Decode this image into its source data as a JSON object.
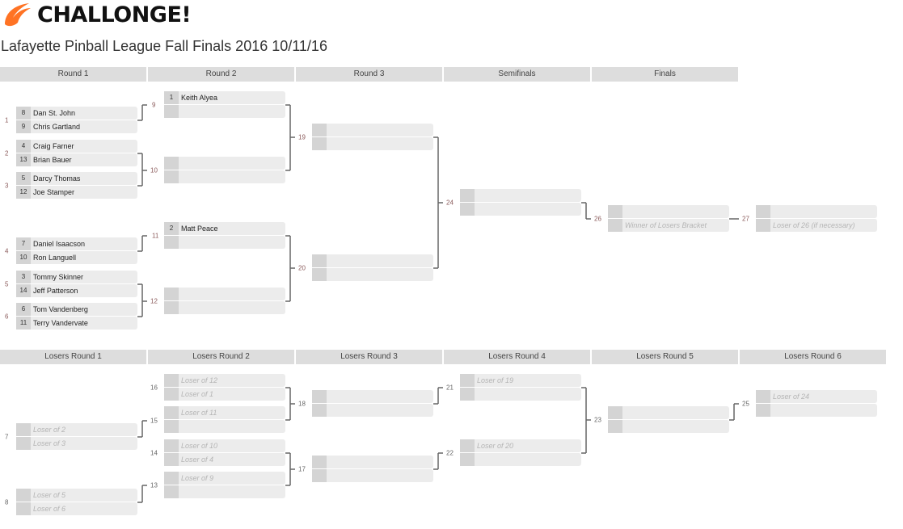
{
  "brand": {
    "name": "CHALLONGE!",
    "accent": "#ff7324"
  },
  "tournament_title": "Lafayette Pinball League Fall Finals 2016 10/11/16",
  "winners_headers": [
    "Round 1",
    "Round 2",
    "Round 3",
    "Semifinals",
    "Finals"
  ],
  "losers_headers": [
    "Losers Round 1",
    "Losers Round 2",
    "Losers Round 3",
    "Losers Round 4",
    "Losers Round 5",
    "Losers Round 6"
  ],
  "matches": [
    {
      "id": "1",
      "players": [
        {
          "seed": "8",
          "name": "Dan St. John"
        },
        {
          "seed": "9",
          "name": "Chris Gartland"
        }
      ]
    },
    {
      "id": "2",
      "players": [
        {
          "seed": "4",
          "name": "Craig Farner"
        },
        {
          "seed": "13",
          "name": "Brian Bauer"
        }
      ]
    },
    {
      "id": "3",
      "players": [
        {
          "seed": "5",
          "name": "Darcy Thomas"
        },
        {
          "seed": "12",
          "name": "Joe Stamper"
        }
      ]
    },
    {
      "id": "4",
      "players": [
        {
          "seed": "7",
          "name": "Daniel Isaacson"
        },
        {
          "seed": "10",
          "name": "Ron Languell"
        }
      ]
    },
    {
      "id": "5",
      "players": [
        {
          "seed": "3",
          "name": "Tommy Skinner"
        },
        {
          "seed": "14",
          "name": "Jeff Patterson"
        }
      ]
    },
    {
      "id": "6",
      "players": [
        {
          "seed": "6",
          "name": "Tom Vandenberg"
        },
        {
          "seed": "11",
          "name": "Terry Vandervate"
        }
      ]
    },
    {
      "id": "9",
      "players": [
        {
          "seed": "1",
          "name": "Keith Alyea"
        },
        {
          "seed": "",
          "name": ""
        }
      ]
    },
    {
      "id": "10",
      "players": [
        {
          "seed": "",
          "name": ""
        },
        {
          "seed": "",
          "name": ""
        }
      ]
    },
    {
      "id": "11",
      "players": [
        {
          "seed": "2",
          "name": "Matt Peace"
        },
        {
          "seed": "",
          "name": ""
        }
      ]
    },
    {
      "id": "12",
      "players": [
        {
          "seed": "",
          "name": ""
        },
        {
          "seed": "",
          "name": ""
        }
      ]
    },
    {
      "id": "19",
      "players": [
        {
          "seed": "",
          "name": ""
        },
        {
          "seed": "",
          "name": ""
        }
      ]
    },
    {
      "id": "20",
      "players": [
        {
          "seed": "",
          "name": ""
        },
        {
          "seed": "",
          "name": ""
        }
      ]
    },
    {
      "id": "24",
      "players": [
        {
          "seed": "",
          "name": ""
        },
        {
          "seed": "",
          "name": ""
        }
      ]
    },
    {
      "id": "26",
      "players": [
        {
          "seed": "",
          "name": ""
        },
        {
          "seed": "",
          "name": "Winner of Losers Bracket",
          "placeholder": true
        }
      ]
    },
    {
      "id": "27",
      "players": [
        {
          "seed": "",
          "name": ""
        },
        {
          "seed": "",
          "name": "Loser of 26 (if necessary)",
          "placeholder": true
        }
      ]
    },
    {
      "id": "7",
      "players": [
        {
          "seed": "",
          "name": "Loser of 2",
          "placeholder": true
        },
        {
          "seed": "",
          "name": "Loser of 3",
          "placeholder": true
        }
      ]
    },
    {
      "id": "8",
      "players": [
        {
          "seed": "",
          "name": "Loser of 5",
          "placeholder": true
        },
        {
          "seed": "",
          "name": "Loser of 6",
          "placeholder": true
        }
      ]
    },
    {
      "id": "16",
      "players": [
        {
          "seed": "",
          "name": "Loser of 12",
          "placeholder": true
        },
        {
          "seed": "",
          "name": "Loser of 1",
          "placeholder": true
        }
      ]
    },
    {
      "id": "15",
      "players": [
        {
          "seed": "",
          "name": "Loser of 11",
          "placeholder": true
        },
        {
          "seed": "",
          "name": ""
        }
      ]
    },
    {
      "id": "14",
      "players": [
        {
          "seed": "",
          "name": "Loser of 10",
          "placeholder": true
        },
        {
          "seed": "",
          "name": "Loser of 4",
          "placeholder": true
        }
      ]
    },
    {
      "id": "13",
      "players": [
        {
          "seed": "",
          "name": "Loser of 9",
          "placeholder": true
        },
        {
          "seed": "",
          "name": ""
        }
      ]
    },
    {
      "id": "18",
      "players": [
        {
          "seed": "",
          "name": ""
        },
        {
          "seed": "",
          "name": ""
        }
      ]
    },
    {
      "id": "17",
      "players": [
        {
          "seed": "",
          "name": ""
        },
        {
          "seed": "",
          "name": ""
        }
      ]
    },
    {
      "id": "21",
      "players": [
        {
          "seed": "",
          "name": "Loser of 19",
          "placeholder": true
        },
        {
          "seed": "",
          "name": ""
        }
      ]
    },
    {
      "id": "22",
      "players": [
        {
          "seed": "",
          "name": "Loser of 20",
          "placeholder": true
        },
        {
          "seed": "",
          "name": ""
        }
      ]
    },
    {
      "id": "23",
      "players": [
        {
          "seed": "",
          "name": ""
        },
        {
          "seed": "",
          "name": ""
        }
      ]
    },
    {
      "id": "25",
      "players": [
        {
          "seed": "",
          "name": "Loser of 24",
          "placeholder": true
        },
        {
          "seed": "",
          "name": ""
        }
      ]
    }
  ]
}
